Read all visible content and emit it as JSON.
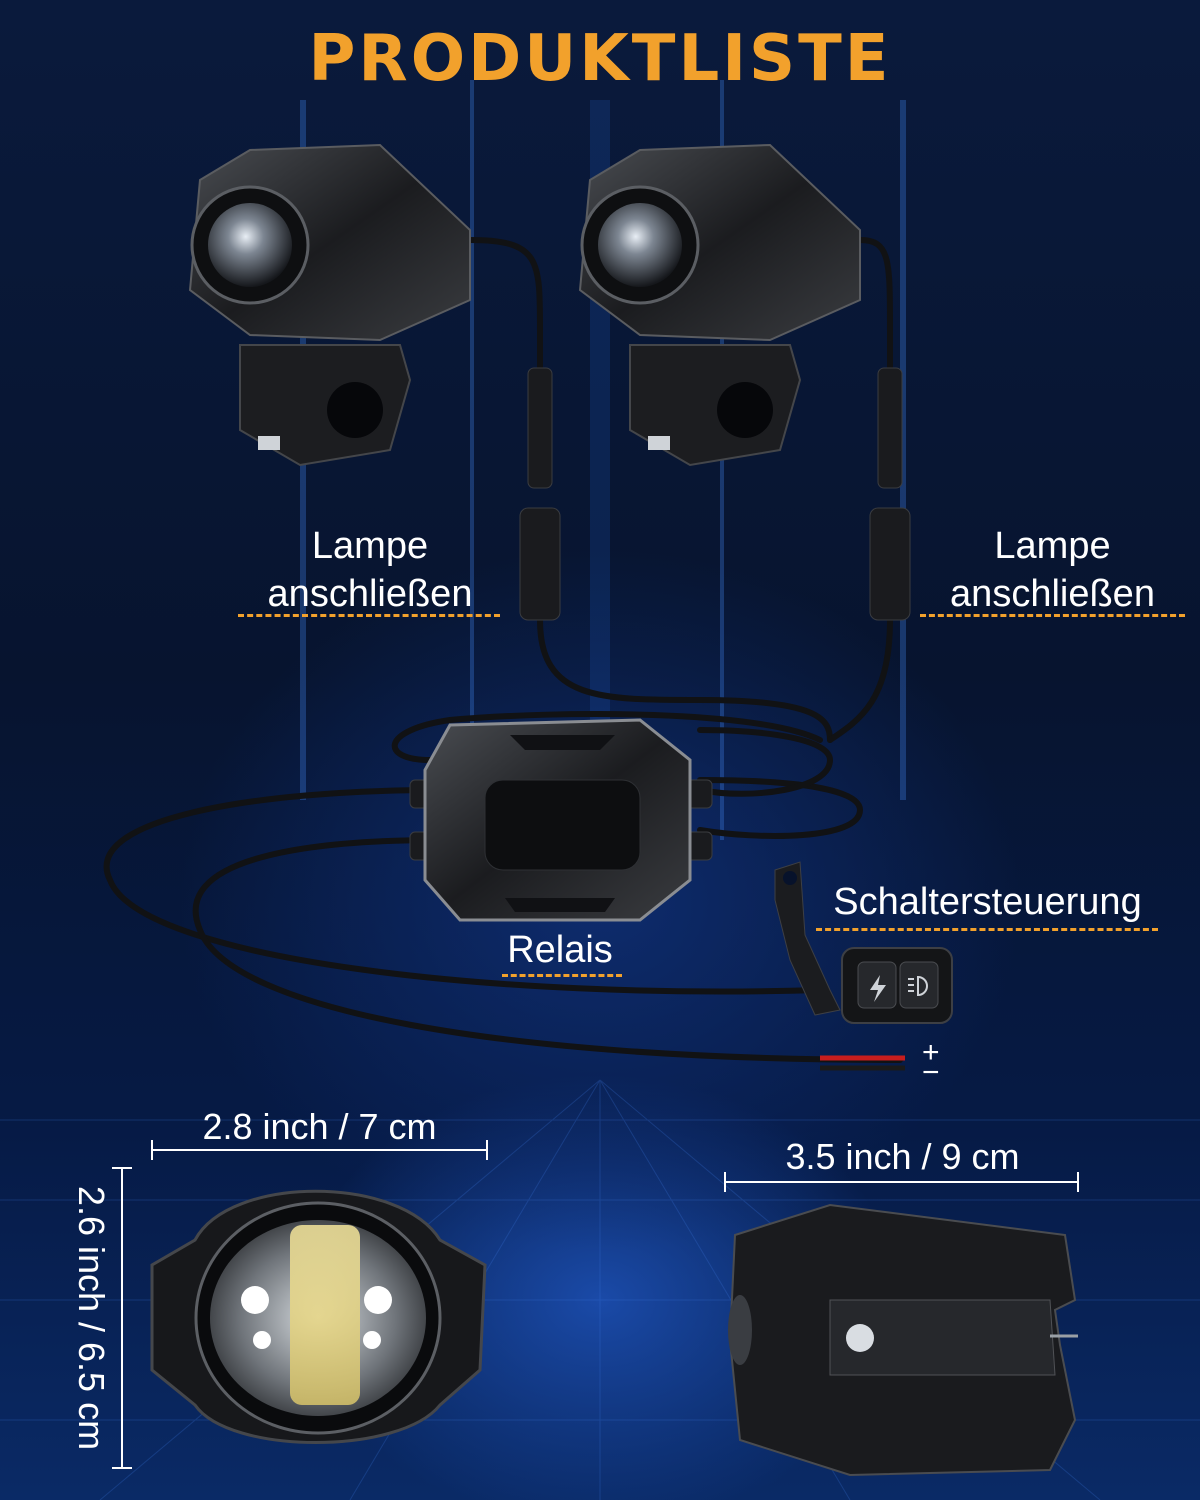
{
  "title": "PRODUKTLISTE",
  "labels": {
    "lamp_left": [
      "Lampe",
      "anschließen"
    ],
    "lamp_right": [
      "Lampe",
      "anschließen"
    ],
    "relay": "Relais",
    "switch": "Schaltersteuerung",
    "polarity_plus": "+",
    "polarity_minus": "−"
  },
  "dimensions": {
    "front_width": "2.8 inch / 7 cm",
    "front_height": "2.6 inch / 6.5 cm",
    "side_length": "3.5 inch / 9 cm"
  },
  "colors": {
    "accent": "#f2a12c",
    "text": "#ffffff",
    "background": "#07122b"
  },
  "icons": [
    "lightning-icon",
    "headlight-icon"
  ]
}
